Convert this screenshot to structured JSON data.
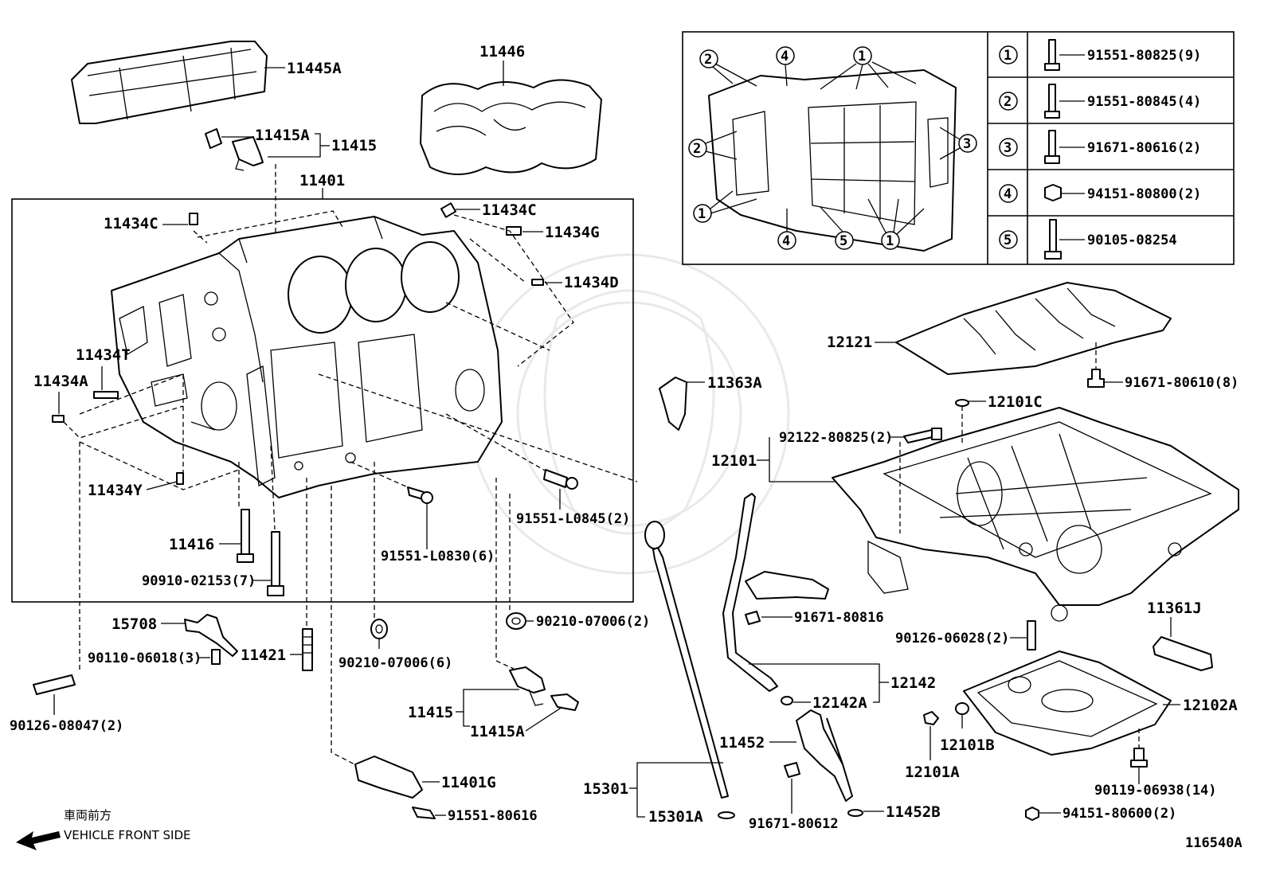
{
  "diagram_id": "116540A",
  "caption": {
    "front_jp": "車両前方",
    "front_en": "VEHICLE FRONT SIDE"
  },
  "parts": {
    "p11445A": "11445A",
    "p11446": "11446",
    "p11415A_top": "11415A",
    "p11415_top": "11415",
    "p11401": "11401",
    "p11434C_left": "11434C",
    "p11434C_right": "11434C",
    "p11434G": "11434G",
    "p11434D": "11434D",
    "p11434T": "11434T",
    "p11434A": "11434A",
    "p11434Y": "11434Y",
    "p11416": "11416",
    "p90910": "90910-02153(7)",
    "p91551_L0830": "91551-L0830(6)",
    "p91551_L0845": "91551-L0845(2)",
    "p15708": "15708",
    "p90110": "90110-06018(3)",
    "p11421": "11421",
    "p90210_a": "90210-07006(2)",
    "p90210_b": "90210-07006(6)",
    "p90126_08047": "90126-08047(2)",
    "p11415_bot": "11415",
    "p11415A_bot": "11415A",
    "p11401G": "11401G",
    "p91551_80616": "91551-80616",
    "p11363A": "11363A",
    "p12121": "12121",
    "p91671_80610": "91671-80610(8)",
    "p12101C": "12101C",
    "p92122": "92122-80825(2)",
    "p12101": "12101",
    "p91671_80816": "91671-80816",
    "p12142": "12142",
    "p12142A": "12142A",
    "p11452": "11452",
    "p15301": "15301",
    "p15301A": "15301A",
    "p91671_80612": "91671-80612",
    "p11452B": "11452B",
    "p11361J": "11361J",
    "p90126_06028": "90126-06028(2)",
    "p12102A": "12102A",
    "p12101B": "12101B",
    "p12101A": "12101A",
    "p90119": "90119-06938(14)",
    "p94151_80600": "94151-80600(2)"
  },
  "inset": {
    "bolts": [
      {
        "num": "1",
        "part": "91551-80825(9)"
      },
      {
        "num": "2",
        "part": "91551-80845(4)"
      },
      {
        "num": "3",
        "part": "91671-80616(2)"
      },
      {
        "num": "4",
        "part": "94151-80800(2)"
      },
      {
        "num": "5",
        "part": "90105-08254"
      }
    ],
    "callouts": {
      "c1": "1",
      "c2": "2",
      "c3": "3",
      "c4": "4",
      "c5": "5"
    }
  }
}
